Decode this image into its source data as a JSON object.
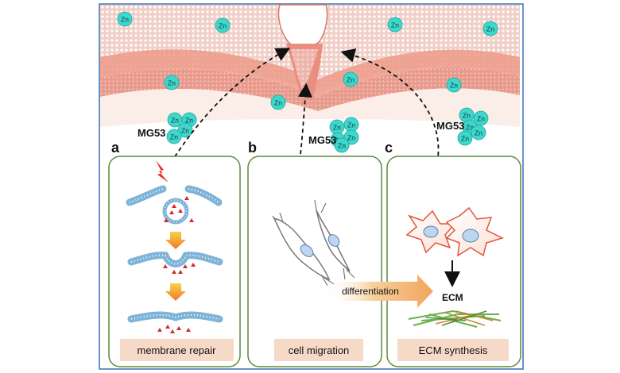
{
  "zn_label": "Zn",
  "mg53_label": "MG53",
  "panels": [
    {
      "letter": "a",
      "caption": "membrane repair"
    },
    {
      "letter": "b",
      "caption": "cell migration"
    },
    {
      "letter": "c",
      "caption": "ECM synthesis"
    }
  ],
  "differentiation_label": "differentiation",
  "ecm_label": "ECM",
  "colors": {
    "zn_fill": "#3fd6cc",
    "panel_border": "#5a8a3a",
    "caption_bg": "#f7d9c8",
    "skin_band": "#e98f80",
    "frame": "#3a6fb5"
  }
}
